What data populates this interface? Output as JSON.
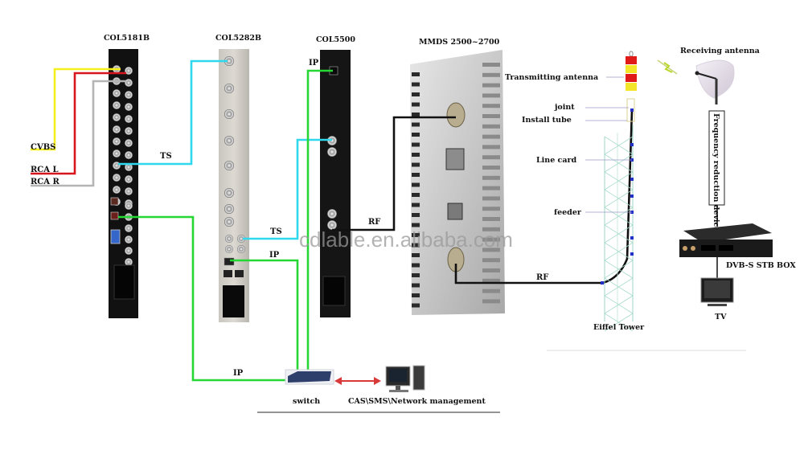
{
  "title": "MMDS wireless digital TV headend system diagram",
  "devices": {
    "encoder": {
      "label": "COL5181B"
    },
    "multiplexer": {
      "label": "COL5282B"
    },
    "modulator": {
      "label": "COL5500"
    },
    "mmds_transmitter": {
      "label": "MMDS  2500~2700"
    },
    "switch": {
      "label": "switch"
    },
    "management_pc": {
      "label": "CAS\\SMS\\Network management"
    },
    "tower": {
      "label": "Eiffel Tower"
    },
    "receiving_antenna": {
      "label": "Receiving antenna"
    },
    "frequency_device": {
      "label": "Frequency reduction device"
    },
    "stb": {
      "label": "DVB-S STB BOX"
    },
    "tv": {
      "label": "TV"
    }
  },
  "inputs": [
    {
      "label": "CVBS",
      "color": "#f5ef1e"
    },
    {
      "label": "RCA L",
      "color": "#d8141c"
    },
    {
      "label": "RCA R",
      "color": "#b5b5b5"
    }
  ],
  "connections": {
    "ts_1": "TS",
    "ts_2": "TS",
    "ip_modulator": "IP",
    "ip_mux": "IP",
    "ip_encoder": "IP",
    "rf_modulator": "RF",
    "rf_tower": "RF"
  },
  "tower_parts": {
    "transmitting_antenna": "Transmitting antenna",
    "joint": "joint",
    "install_tube": "Install tube",
    "line_card": "Line card",
    "feeder": "feeder"
  },
  "colors": {
    "cvbs": "#f5ef1e",
    "rca_l": "#d8141c",
    "rca_r": "#b5b5b5",
    "ts": "#2fd8ec",
    "ip": "#26d632",
    "rf": "#111111",
    "mgmt_link": "#d83a3a"
  },
  "watermark": "cdlable.en.alibaba.com"
}
